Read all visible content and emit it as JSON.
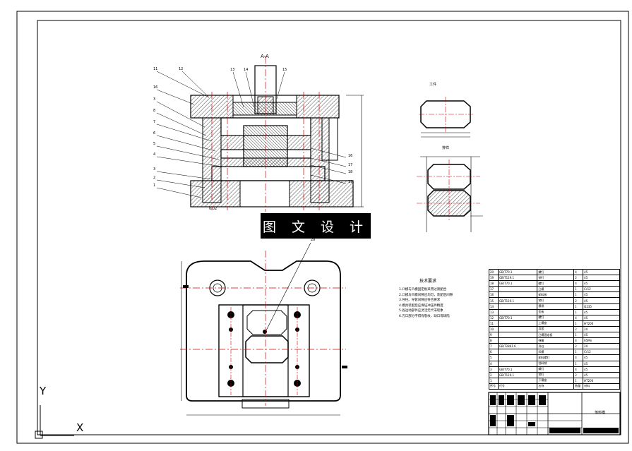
{
  "banner": {
    "text": "图 文 设 计"
  },
  "axes": {
    "x": "X",
    "y": "Y"
  },
  "drawing": {
    "section_title": "A-A",
    "part_numbers_left": [
      "11",
      "12",
      "16",
      "3",
      "8",
      "7",
      "6",
      "5",
      "4",
      "3",
      "2",
      "1"
    ],
    "part_numbers_top": [
      "13",
      "14",
      "15"
    ],
    "part_numbers_right": [
      "16",
      "17",
      "18",
      "19"
    ],
    "leader_top_view": "20",
    "tolerance": "0.02",
    "workpiece_title": "工件",
    "layout_title": "排样",
    "notes_title": "技术要求",
    "notes": [
      "1.凸模与凸模固定板采用过渡配合",
      "2.凸模与凹模间隙应均匀，装配后间隙",
      "3.导柱、导套间隙应符合要求",
      "4.模具装配后应保证冲压件精度",
      "5.各运动部件应灵活无卡滞现象",
      "6.刃口部分不得有裂纹、缺口等缺陷"
    ]
  },
  "bom": {
    "rows": [
      [
        "20",
        "GB/T70.1",
        "螺钉",
        "4",
        "45"
      ],
      [
        "19",
        "GB/T119.1",
        "销钉",
        "2",
        "45"
      ],
      [
        "18",
        "GB/T70.1",
        "螺钉",
        "4",
        "45"
      ],
      [
        "17",
        "",
        "凸模",
        "1",
        "Cr12"
      ],
      [
        "16",
        "",
        "卸料板",
        "1",
        "45"
      ],
      [
        "15",
        "GB/T119.1",
        "销钉",
        "2",
        "45"
      ],
      [
        "14",
        "",
        "模柄",
        "1",
        "Q235"
      ],
      [
        "13",
        "",
        "垫板",
        "1",
        "45"
      ],
      [
        "12",
        "GB/T70.1",
        "螺钉",
        "4",
        "45"
      ],
      [
        "11",
        "",
        "上模座",
        "1",
        "HT200"
      ],
      [
        "10",
        "",
        "导套",
        "2",
        "20"
      ],
      [
        "9",
        "",
        "凸模固定板",
        "1",
        "45"
      ],
      [
        "8",
        "",
        "弹簧",
        "4",
        "65Mn"
      ],
      [
        "7",
        "GB/T2861.6",
        "导柱",
        "2",
        "20"
      ],
      [
        "6",
        "",
        "凹模",
        "1",
        "Cr12"
      ],
      [
        "5",
        "",
        "卸料螺钉",
        "4",
        "45"
      ],
      [
        "4",
        "",
        "挡料销",
        "1",
        "45"
      ],
      [
        "3",
        "GB/T70.1",
        "螺钉",
        "4",
        "45"
      ],
      [
        "2",
        "GB/T119.1",
        "销钉",
        "2",
        "45"
      ],
      [
        "1",
        "",
        "下模座",
        "1",
        "HT200"
      ]
    ],
    "header": [
      "序号",
      "代号",
      "名称",
      "数量",
      "材料"
    ],
    "title_block": "落料模"
  }
}
